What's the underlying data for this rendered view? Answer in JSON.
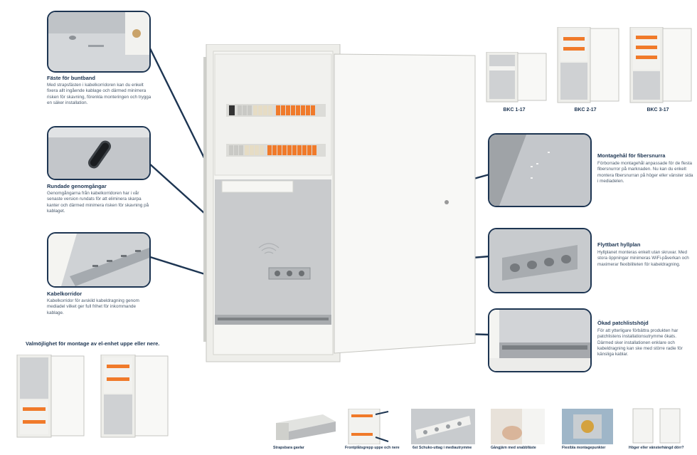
{
  "features": [
    {
      "title": "Fäste för buntband",
      "desc": "Med strapsfästen i kabelkorridoren kan du enkelt fixera allt ingående kablage och därmed minimera risken för skavning, förenkla monteringen och trygga en säker installation."
    },
    {
      "title": "Rundade genomgångar",
      "desc": "Genomgångarna från kabelkorridoren har i vår senaste version rundats för att eliminera skarpa kanter och därmed minimera risken för skavning på kablaget."
    },
    {
      "title": "Kabelkorridor",
      "desc": "Kabelkorridor för avskild kabeldragning genom mediadel vilket ger full frihet för inkommande kablage."
    },
    {
      "title": "Montagehål för fibersnurra",
      "desc": "Förborrade montagehål anpassade för de flesta fibersnurror på marknaden. Nu kan du enkelt montera fibersnurran på höger eller vänster sida i mediadelen."
    },
    {
      "title": "Flyttbart hyllplan",
      "desc": "Hyllplanet monteras enkelt utan skruvar. Med stora öppningar minimeras WiFi-påverkan och maximerar flexibiliteten för kabeldragning."
    },
    {
      "title": "Ökad patchlistshöjd",
      "desc": "För att ytterligare förbättra produkten har patchlistens installationsutrymme ökats. Därmed sker installationen enklare och kabeldragning kan ske med större radie för känsliga kablar."
    }
  ],
  "models": [
    "BKC 1-17",
    "BKC 2-17",
    "BKC 3-17"
  ],
  "montage_heading": "Valmöjlighet för montage av  el-enhet uppe eller nere.",
  "bottom_items": [
    "Strapsbara gavlar",
    "Frontplåtsgrepp uppe och nere",
    "6st Schuko-uttag i mediautrymme",
    "Gångjärn med snabbfäste",
    "Flexibla montagepunkter",
    "Höger eller vänsterhängd dörr?"
  ],
  "colors": {
    "navy": "#1d3552",
    "breaker_orange": "#f07a2a",
    "cabinet": "#eeeeea"
  }
}
